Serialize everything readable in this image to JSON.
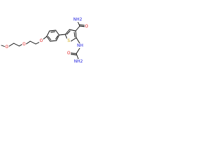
{
  "diagram": {
    "type": "chemical-structure",
    "labels": {
      "o_ether_1": "O",
      "o_ether_2": "O",
      "o_ether_3": "O",
      "s_ring": "S",
      "o_amide_1": "O",
      "nh2_amide_1": "NH2",
      "nh_urea": "NH",
      "o_amide_2": "O",
      "nh2_amide_2": "NH2"
    },
    "colors": {
      "bond": "#000000",
      "oxygen": "#e02020",
      "sulfur": "#c8a000",
      "nitrogen": "#2020e0"
    }
  }
}
